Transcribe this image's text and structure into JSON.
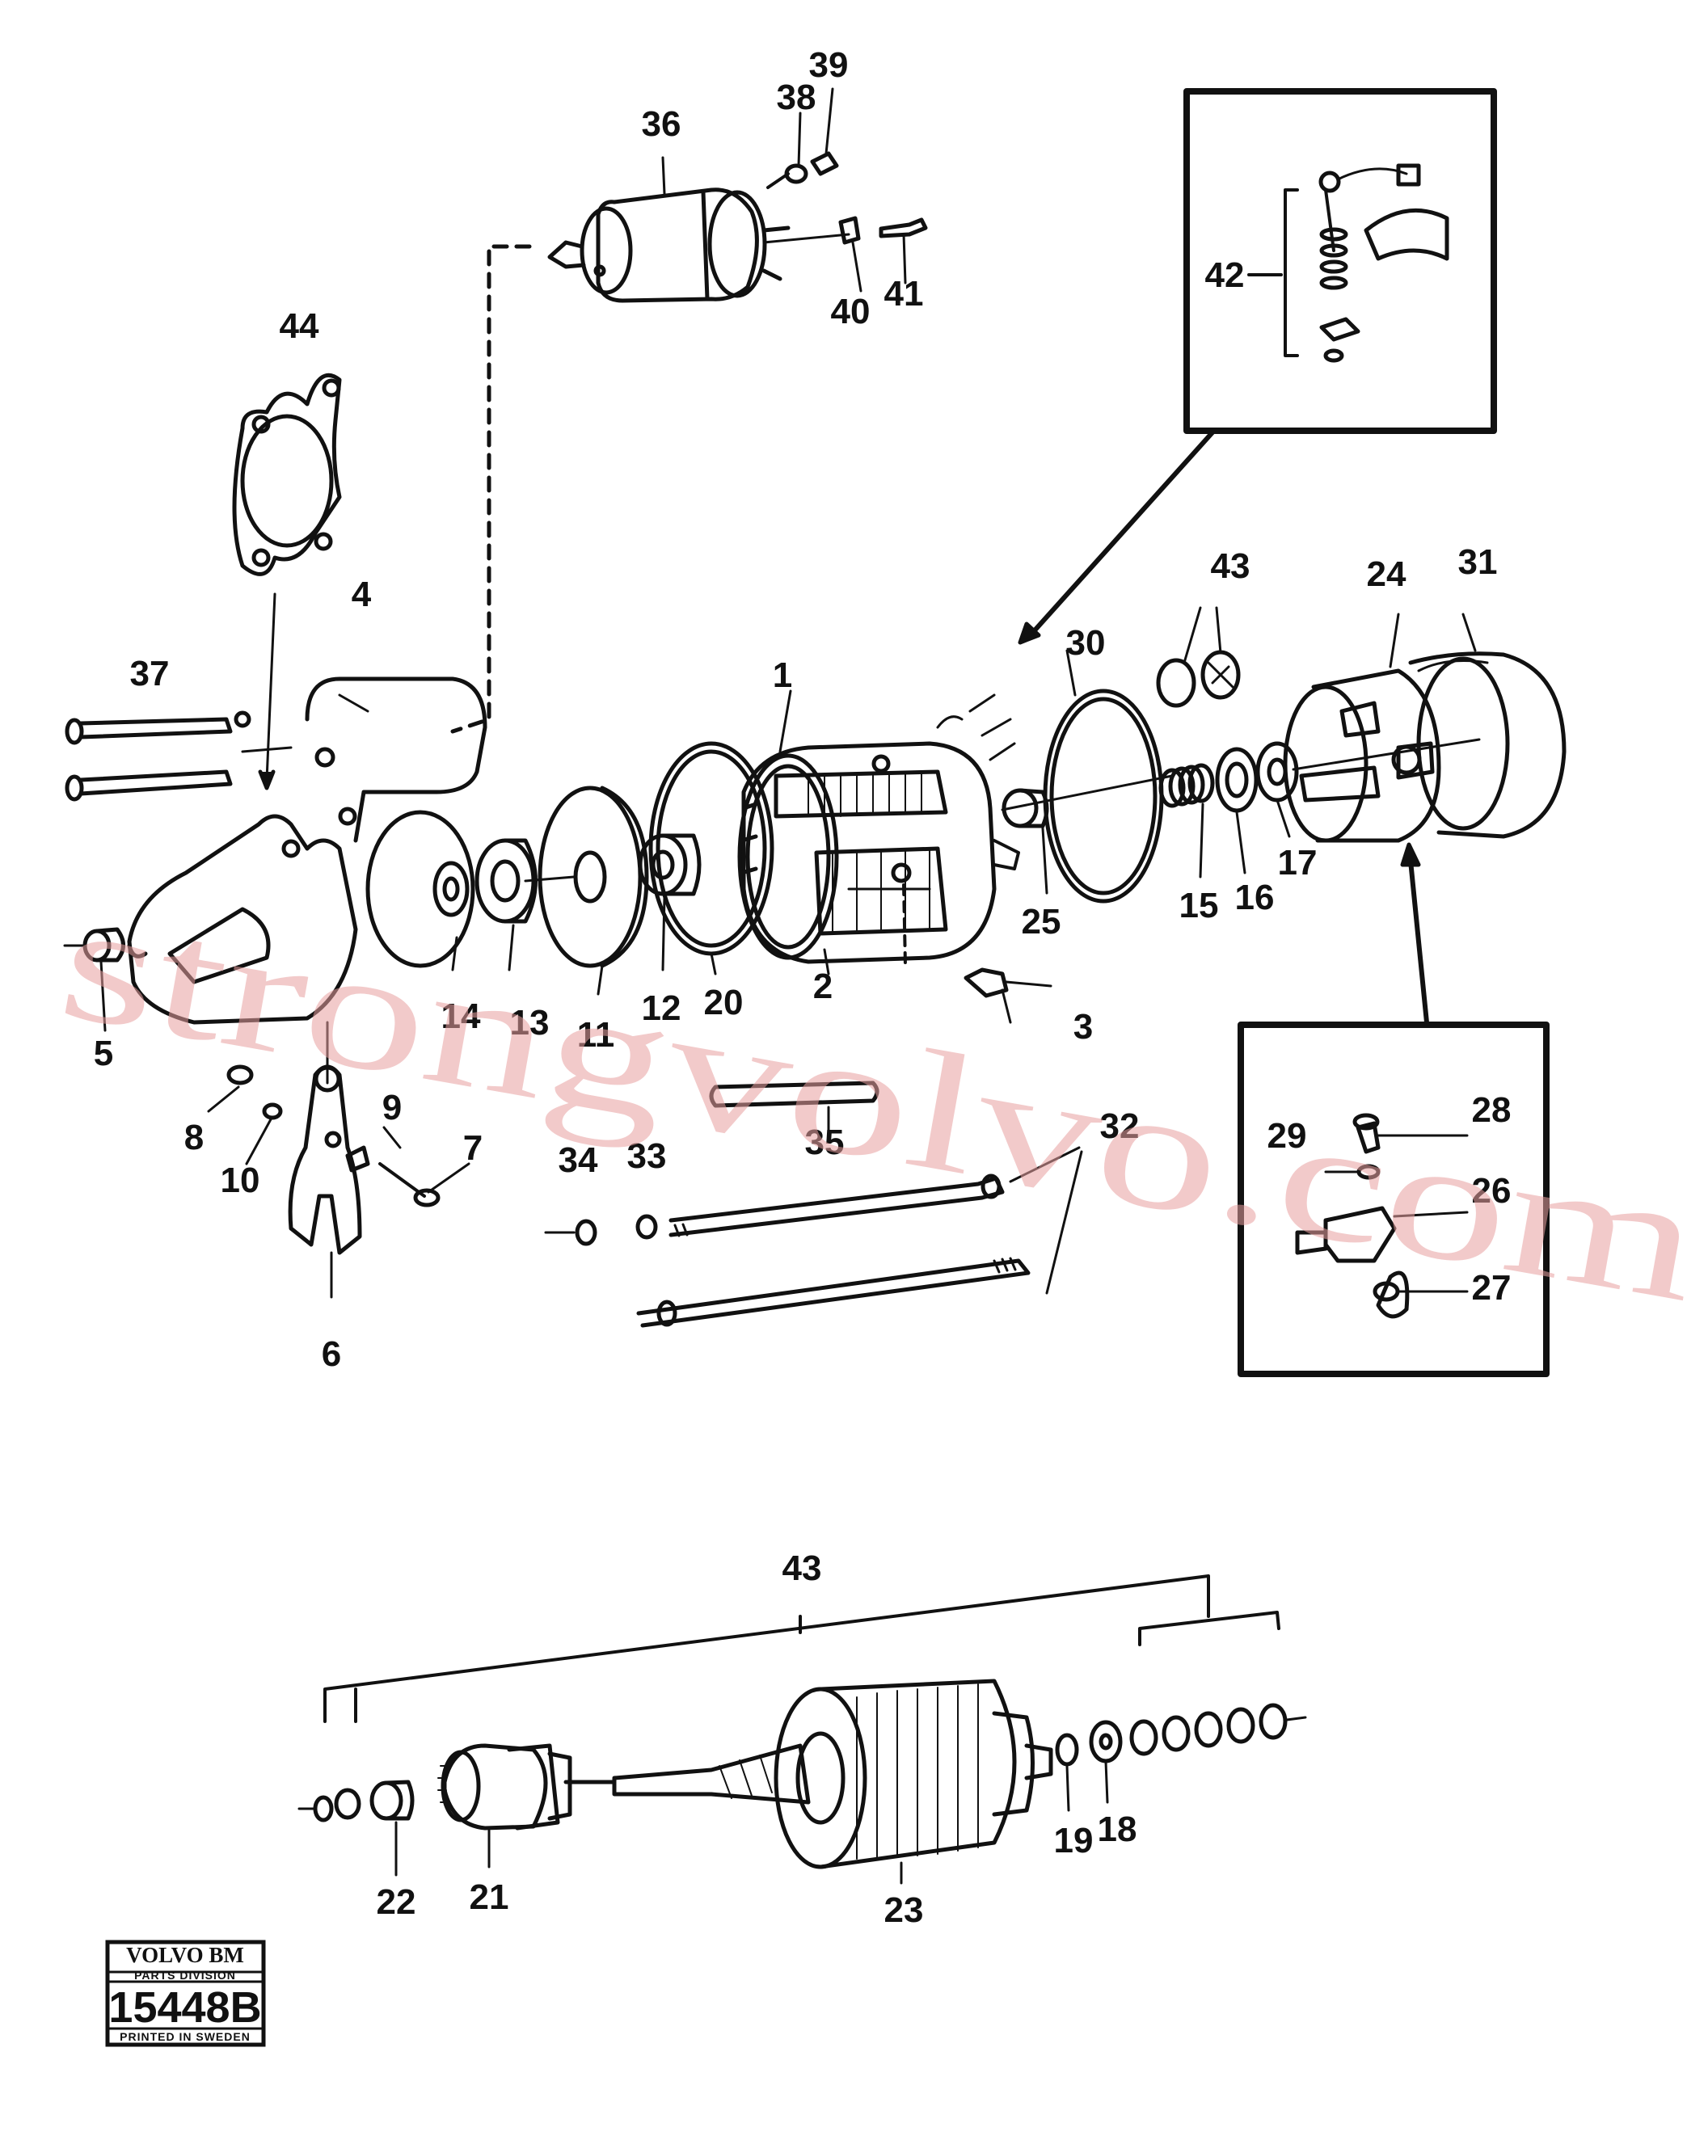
{
  "callouts": {
    "c1": "1",
    "c2": "2",
    "c3": "3",
    "c4": "4",
    "c5": "5",
    "c6": "6",
    "c7": "7",
    "c8": "8",
    "c9": "9",
    "c10": "10",
    "c11": "11",
    "c12": "12",
    "c13": "13",
    "c14": "14",
    "c15": "15",
    "c16": "16",
    "c17": "17",
    "c18": "18",
    "c19": "19",
    "c20": "20",
    "c21": "21",
    "c22": "22",
    "c23": "23",
    "c24": "24",
    "c25": "25",
    "c26": "26",
    "c27": "27",
    "c28": "28",
    "c29": "29",
    "c30": "30",
    "c31": "31",
    "c32": "32",
    "c33": "33",
    "c34": "34",
    "c35": "35",
    "c36": "36",
    "c37": "37",
    "c38": "38",
    "c39": "39",
    "c40": "40",
    "c41": "41",
    "c42": "42",
    "c43a": "43",
    "c43b": "43",
    "c44": "44"
  },
  "watermark": "strongvolvo.com",
  "stamp": {
    "brand": "VOLVO BM",
    "division": "PARTS DIVISION",
    "number": "15448B",
    "printed": "PRINTED IN SWEDEN"
  },
  "colors": {
    "ink": "#111111",
    "watermark": "#e8a0a0",
    "paper": "#ffffff"
  }
}
